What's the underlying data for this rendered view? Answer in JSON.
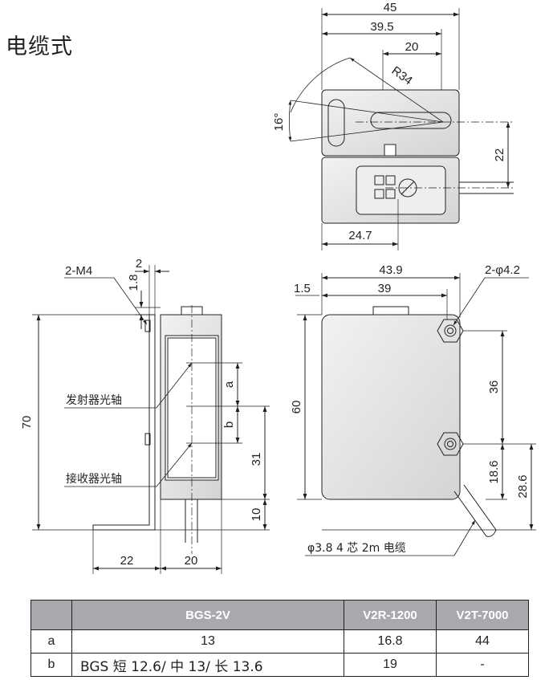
{
  "title": "电缆式",
  "top_view": {
    "dims": {
      "w45": "45",
      "w39_5": "39.5",
      "w20": "20",
      "r34": "R34",
      "ang16": "16°",
      "h22": "22",
      "w24_7": "24.7"
    }
  },
  "side_view": {
    "dims": {
      "m4": "2-M4",
      "d2": "2",
      "d1_8": "1.8",
      "h70": "70",
      "a": "a",
      "b": "b",
      "h31": "31",
      "h10": "10",
      "w22": "22",
      "w20": "20"
    },
    "labels": {
      "emitter": "发射器光轴",
      "receiver": "接收器光轴"
    }
  },
  "front_view": {
    "dims": {
      "w43_9": "43.9",
      "d1_5": "1.5",
      "w39": "39",
      "hole": "2-φ4.2",
      "h60": "60",
      "h36": "36",
      "h18_6": "18.6",
      "h28_6": "28.6"
    },
    "cable": "φ3.8  4 芯 2m 电缆"
  },
  "table": {
    "headers": [
      "",
      "BGS-2V",
      "V2R-1200",
      "V2T-7000"
    ],
    "rows": [
      [
        "a",
        "13",
        "16.8",
        "44"
      ],
      [
        "b",
        "BGS 短 12.6/ 中 13/ 长 13.6",
        "19",
        "-"
      ]
    ]
  },
  "colors": {
    "line": "#231f20",
    "body_fill": "#e6e6e6",
    "header_fill": "#a8a9ad"
  }
}
